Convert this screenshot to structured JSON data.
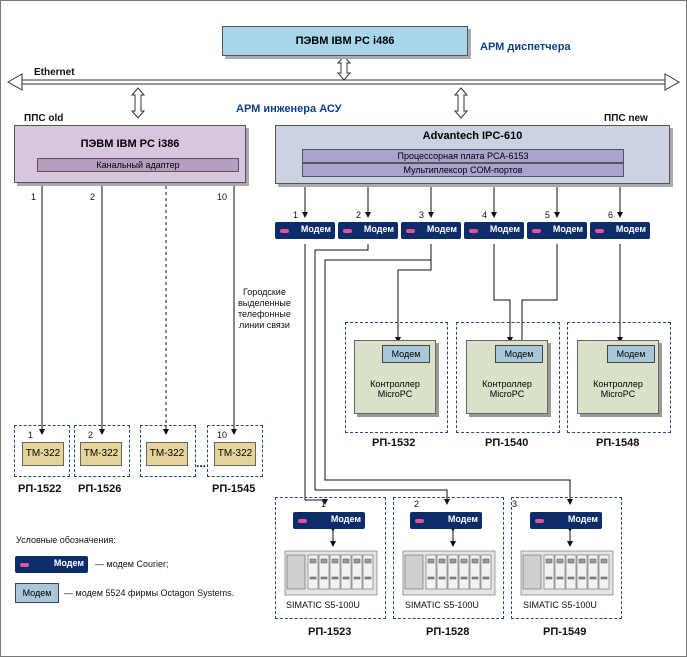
{
  "top": {
    "pc_title": "ПЭВМ IBM PC i486",
    "arm_dispatcher": "АРМ диспетчера"
  },
  "network": {
    "ethernet": "Ethernet",
    "arm_engineer": "АРМ инженера АСУ"
  },
  "pps_old": {
    "label": "ППС old",
    "pc_title": "ПЭВМ IBM PC i386",
    "adapter": "Канальный адаптер",
    "line_numbers": [
      "1",
      "2",
      "10"
    ],
    "terminals": [
      {
        "num": "1",
        "name": "TM-322",
        "caption": "РП-1522"
      },
      {
        "num": "2",
        "name": "TM-322",
        "caption": "РП-1526"
      },
      {
        "num": "",
        "name": "TM-322",
        "caption": ""
      },
      {
        "num": "10",
        "name": "TM-322",
        "caption": "РП-1545"
      }
    ],
    "ellipsis": "..."
  },
  "pps_new": {
    "label": "ППС new",
    "pc_title": "Advantech IPC-610",
    "cpu_board": "Процессорная плата PCA-6153",
    "multiplexer": "Мультиплексор COM-портов",
    "modems": [
      {
        "num": "1",
        "label": "Модем"
      },
      {
        "num": "2",
        "label": "Модем"
      },
      {
        "num": "3",
        "label": "Модем"
      },
      {
        "num": "4",
        "label": "Модем"
      },
      {
        "num": "5",
        "label": "Модем"
      },
      {
        "num": "6",
        "label": "Модем"
      }
    ]
  },
  "phone_lines": [
    "Городские",
    "выделенные",
    "телефонные",
    "линии связи"
  ],
  "controllers": [
    {
      "modem": "Модем",
      "line1": "Контроллер",
      "line2": "MicroPC",
      "caption": "РП-1532"
    },
    {
      "modem": "Модем",
      "line1": "Контроллер",
      "line2": "MicroPC",
      "caption": "РП-1540"
    },
    {
      "modem": "Модем",
      "line1": "Контроллер",
      "line2": "MicroPC",
      "caption": "РП-1548"
    }
  ],
  "simatic": [
    {
      "num": "1",
      "modem": "Модем",
      "plc": "SIMATIC S5-100U",
      "caption": "РП-1523"
    },
    {
      "num": "2",
      "modem": "Модем",
      "plc": "SIMATIC S5-100U",
      "caption": "РП-1528"
    },
    {
      "num": "3",
      "modem": "Модем",
      "plc": "SIMATIC S5-100U",
      "caption": "РП-1549"
    }
  ],
  "legend": {
    "title": "Условные обозначения:",
    "courier_label": "Модем",
    "courier_desc": "— модем Courier;",
    "octagon_label": "Модем",
    "octagon_desc": "— модем 5524 фирмы Octagon Systems."
  },
  "colors": {
    "pc_old": "#d8c6de",
    "pc_new": "#cbd3e2",
    "dispatcher": "#a9d6ea",
    "terminal": "#e6d39b",
    "controller": "#d9e1c6",
    "courier": "#0d2d6a",
    "octagon": "#a8c7db"
  }
}
